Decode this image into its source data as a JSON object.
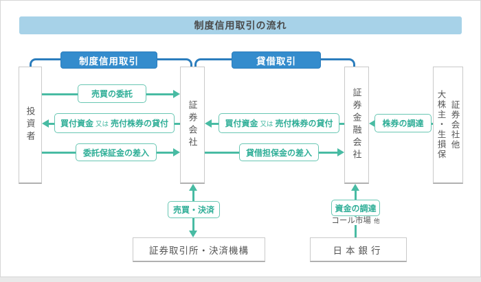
{
  "title": "制度信用取引の流れ",
  "colors": {
    "title_bar_bg": "#a7d2e8",
    "bracket_blue": "#2b7dbd",
    "label_blue_bg": "#348ccd",
    "flow_teal": "#48bba3",
    "flow_text_teal": "#2fae97",
    "box_border": "#c9c9c9",
    "text_gray": "#555555"
  },
  "brackets": {
    "left_label": "制度信用取引",
    "right_label": "貸借取引"
  },
  "entities": {
    "investor": "投資者",
    "securities_company": "証券会社",
    "securities_finance_company": "証券金融会社",
    "shareholders_left_column": "大株主・生損保",
    "shareholders_right_column": "証券会社他",
    "stock_exchange": "証券取引所・決済機構",
    "bank_of_japan": "日本銀行"
  },
  "flows": {
    "trade_order": "売買の委託",
    "loan_funds_part1": "買付資金",
    "loan_funds_or": "又は",
    "loan_funds_part2": "売付株券の貸付",
    "margin_deposit": "委託保証金の差入",
    "loan_collateral_deposit": "貸借担保金の差入",
    "stock_procurement": "株券の調達",
    "trade_settlement": "売買・決済",
    "funds_procurement": "資金の調達",
    "call_market": "コール市場",
    "call_market_other": "他"
  }
}
